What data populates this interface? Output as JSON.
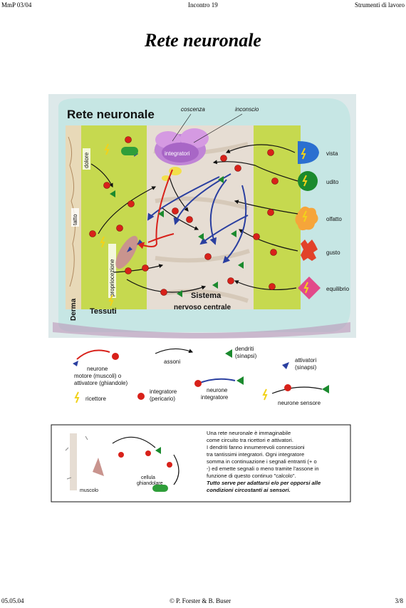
{
  "header": {
    "left": "MmP 03/04",
    "center": "Incontro 19",
    "right": "Strumenti di lavoro"
  },
  "title": "Rete neuronale",
  "diagram": {
    "heading": "Rete neuronale",
    "labels": {
      "coscenza": "coscenza",
      "inconscio": "inconscio",
      "integratori": "integratori",
      "dolore": "dolore",
      "tatto": "tatto",
      "propriocezione": "propriocezione",
      "derma": "Derma",
      "tessuti": "Tessuti",
      "sistema": "Sistema",
      "nervoso": "nervoso centrale"
    },
    "senses": [
      "vista",
      "udito",
      "olfatto",
      "gusto",
      "equilibrio"
    ]
  },
  "legend": {
    "neurone_motore": "neurone\nmotore (muscoli) o\nattivatore (ghiandole)",
    "assoni": "assoni",
    "dendriti": "dendriti\n(sinapsi)",
    "attivatori": "attivatori\n(sinapsi)",
    "ricettore": "ricettore",
    "integratore": "integratore\n(pericario)",
    "neurone_integratore": "neurone\nintegratore",
    "neurone_sensore": "neurone sensore"
  },
  "info": {
    "muscolo": "muscolo",
    "cellula": "cellula\nghiandolare",
    "text_lines": [
      "Una rete neuronale è immaginabile",
      "come circuito tra ricettori e attivatori.",
      "I dendriti fanno innumerevoli connessioni",
      "tra tantissimi integratori. Ogni integratore",
      "somma in continuazione i segnali entranti (+ o",
      "-) ed emette segnali o meno tramite l'assone in",
      "funzione di questo continuo \"calcolo\"."
    ],
    "bold_lines": [
      "Tutto serve per adattarsi e/o per opporsi alle",
      "condizioni circostanti ai sensori."
    ]
  },
  "footer": {
    "left": "05.05.04",
    "center": "© P. Forster & B. Buser",
    "right": "3/8"
  },
  "colors": {
    "cyan_bg": "#c6e6e4",
    "green_panel": "#c6d94f",
    "red": "#d8211a",
    "blue": "#2a3fa0",
    "green": "#1b8a2e"
  }
}
